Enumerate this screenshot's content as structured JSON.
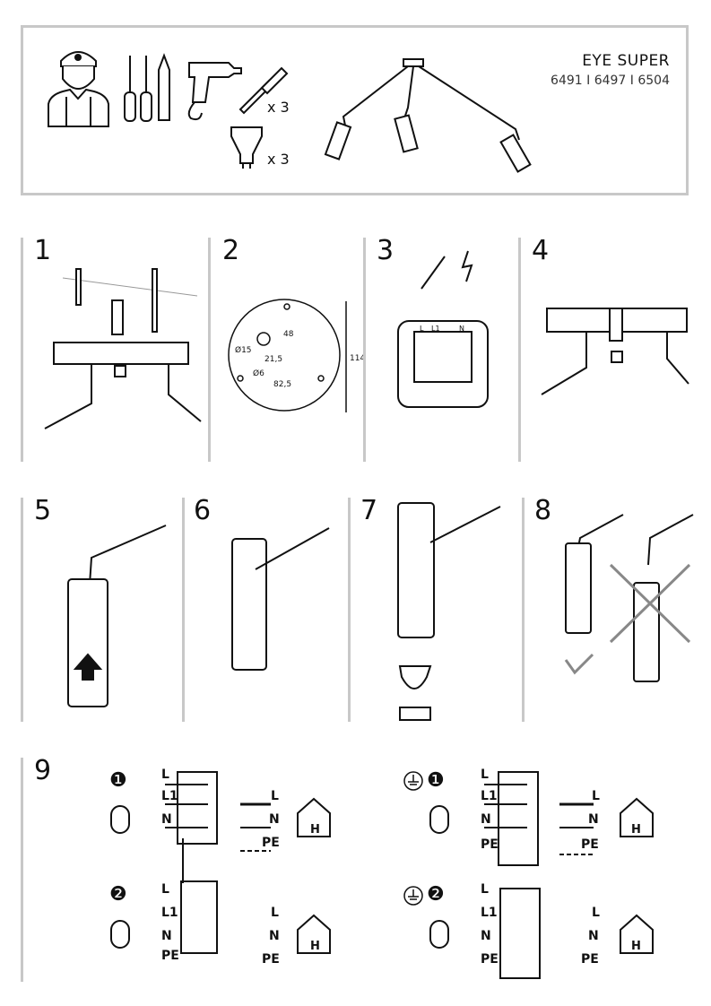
{
  "header": {
    "product_name": "EYE SUPER",
    "product_codes": "6491 I 6497 I 6504",
    "qty_screws": "x 3",
    "qty_bulbs": "x 3"
  },
  "steps": [
    "1",
    "2",
    "3",
    "4",
    "5",
    "6",
    "7",
    "8",
    "9"
  ],
  "step2_dims": {
    "d15": "Ø15",
    "d6": "Ø6",
    "w21": "21,5",
    "w82": "82,5",
    "h48": "48",
    "h114": "114"
  },
  "step3_labels": {
    "l": "L",
    "l1": "L1",
    "n": "N"
  },
  "wiring": {
    "left_top_marker": "❶",
    "left_bottom_marker": "❷",
    "right_top_marker": "❶",
    "right_bottom_marker": "❷",
    "L": "L",
    "L1": "L1",
    "N": "N",
    "PE": "PE",
    "H": "H"
  },
  "colors": {
    "frame": "#c8c8c8",
    "ink": "#111111"
  }
}
